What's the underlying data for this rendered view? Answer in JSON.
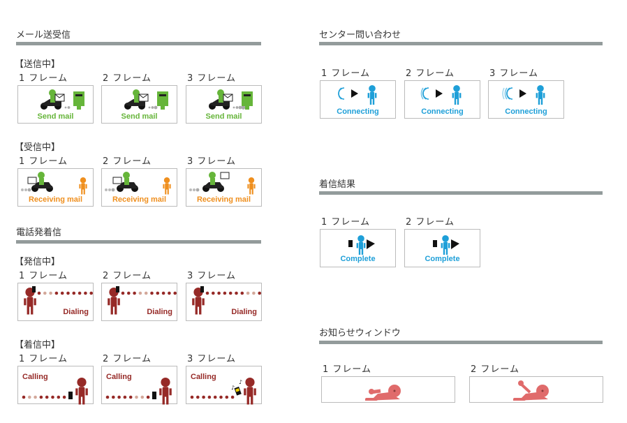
{
  "colors": {
    "mail": "#66b53a",
    "receive": "#ef8f1e",
    "phone": "#962a27",
    "center": "#1e9fd8",
    "notify": "#e06b6b",
    "bar": "#939b9b"
  },
  "sections": [
    {
      "title": "メール送受信",
      "groups": [
        {
          "label": "【送信中】",
          "frames": [
            "1 フレーム",
            "2 フレーム",
            "3 フレーム"
          ],
          "caption": "Send mail",
          "kind": "send"
        },
        {
          "label": "【受信中】",
          "frames": [
            "1 フレーム",
            "2 フレーム",
            "3 フレーム"
          ],
          "caption": "Receiving mail",
          "kind": "receive"
        }
      ]
    },
    {
      "title": "電話発着信",
      "groups": [
        {
          "label": "【発信中】",
          "frames": [
            "1 フレーム",
            "2 フレーム",
            "3 フレーム"
          ],
          "caption": "Dialing",
          "kind": "dial"
        },
        {
          "label": "【着信中】",
          "frames": [
            "1 フレーム",
            "2 フレーム",
            "3 フレーム"
          ],
          "caption": "Calling",
          "kind": "call"
        }
      ]
    },
    {
      "title": "センター問い合わせ",
      "groups": [
        {
          "label": "",
          "frames": [
            "1 フレーム",
            "2 フレーム",
            "3 フレーム"
          ],
          "caption": "Connecting",
          "kind": "connect"
        }
      ]
    },
    {
      "title": "着信結果",
      "groups": [
        {
          "label": "",
          "frames": [
            "1 フレーム",
            "2 フレーム"
          ],
          "caption": "Complete",
          "kind": "complete"
        }
      ]
    },
    {
      "title": "お知らせウィンドウ",
      "groups": [
        {
          "label": "",
          "frames": [
            "1 フレーム",
            "2 フレーム"
          ],
          "caption": "",
          "kind": "notify"
        }
      ]
    }
  ]
}
